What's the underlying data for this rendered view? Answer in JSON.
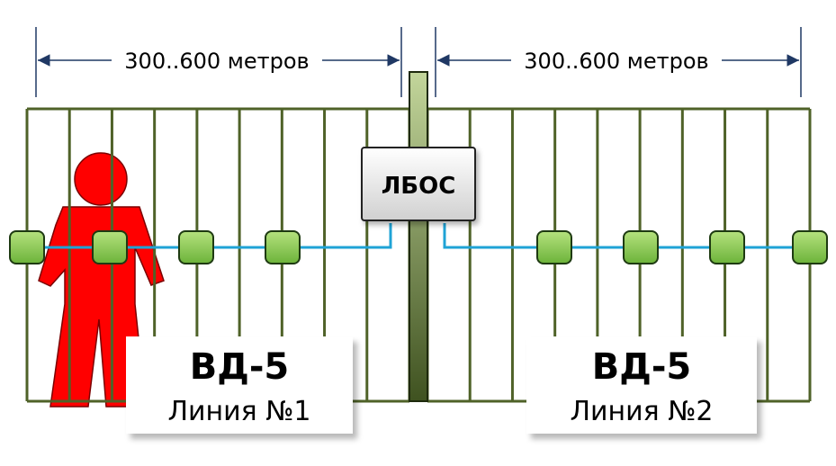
{
  "dimensions": {
    "left": "300..600 метров",
    "right": "300..600 метров"
  },
  "controller": {
    "label": "ЛБОС"
  },
  "lines": [
    {
      "title": "ВД-5",
      "subtitle": "Линия №1"
    },
    {
      "title": "ВД-5",
      "subtitle": "Линия №2"
    }
  ],
  "colors": {
    "fence": "#4f6228",
    "cable": "#1fa3d6",
    "sensor_fill": "#8fd14f",
    "sensor_stroke": "#1e3a12",
    "intruder": "#ff0000",
    "post_top": "#c3d69b",
    "post_bottom": "#3f5220",
    "controller_fill": "#f2f2f2"
  },
  "icons": {
    "intruder": "person-figure-icon",
    "sensor": "sensor-node-icon"
  }
}
